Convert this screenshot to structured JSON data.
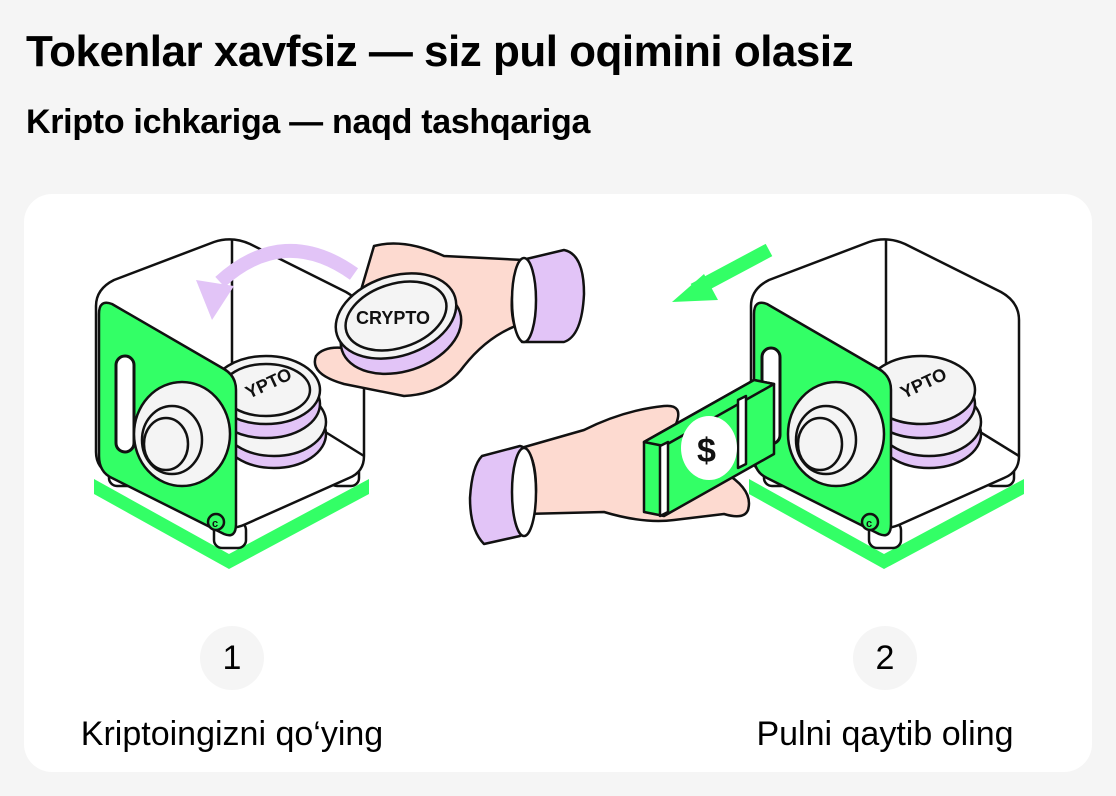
{
  "header": {
    "title": "Tokenlar xavfsiz — siz pul oqimini olasiz",
    "subtitle": "Kripto ichkariga — naqd tashqariga"
  },
  "illustration": {
    "coin_label": "CRYPTO",
    "coin_label_partial": "YPTO",
    "bill_symbol": "$",
    "colors": {
      "green": "#33ff66",
      "lavender": "#e2c4f7",
      "skin": "#fddad0",
      "coin_face": "#f4f4f4",
      "outline": "#111111"
    }
  },
  "steps": [
    {
      "number": "1",
      "label": "Kriptoingizni qo‘ying"
    },
    {
      "number": "2",
      "label": "Pulni qaytib oling"
    }
  ],
  "colors": {
    "page_bg": "#f5f5f5",
    "card_bg": "#ffffff",
    "badge_bg": "#f5f5f5"
  }
}
